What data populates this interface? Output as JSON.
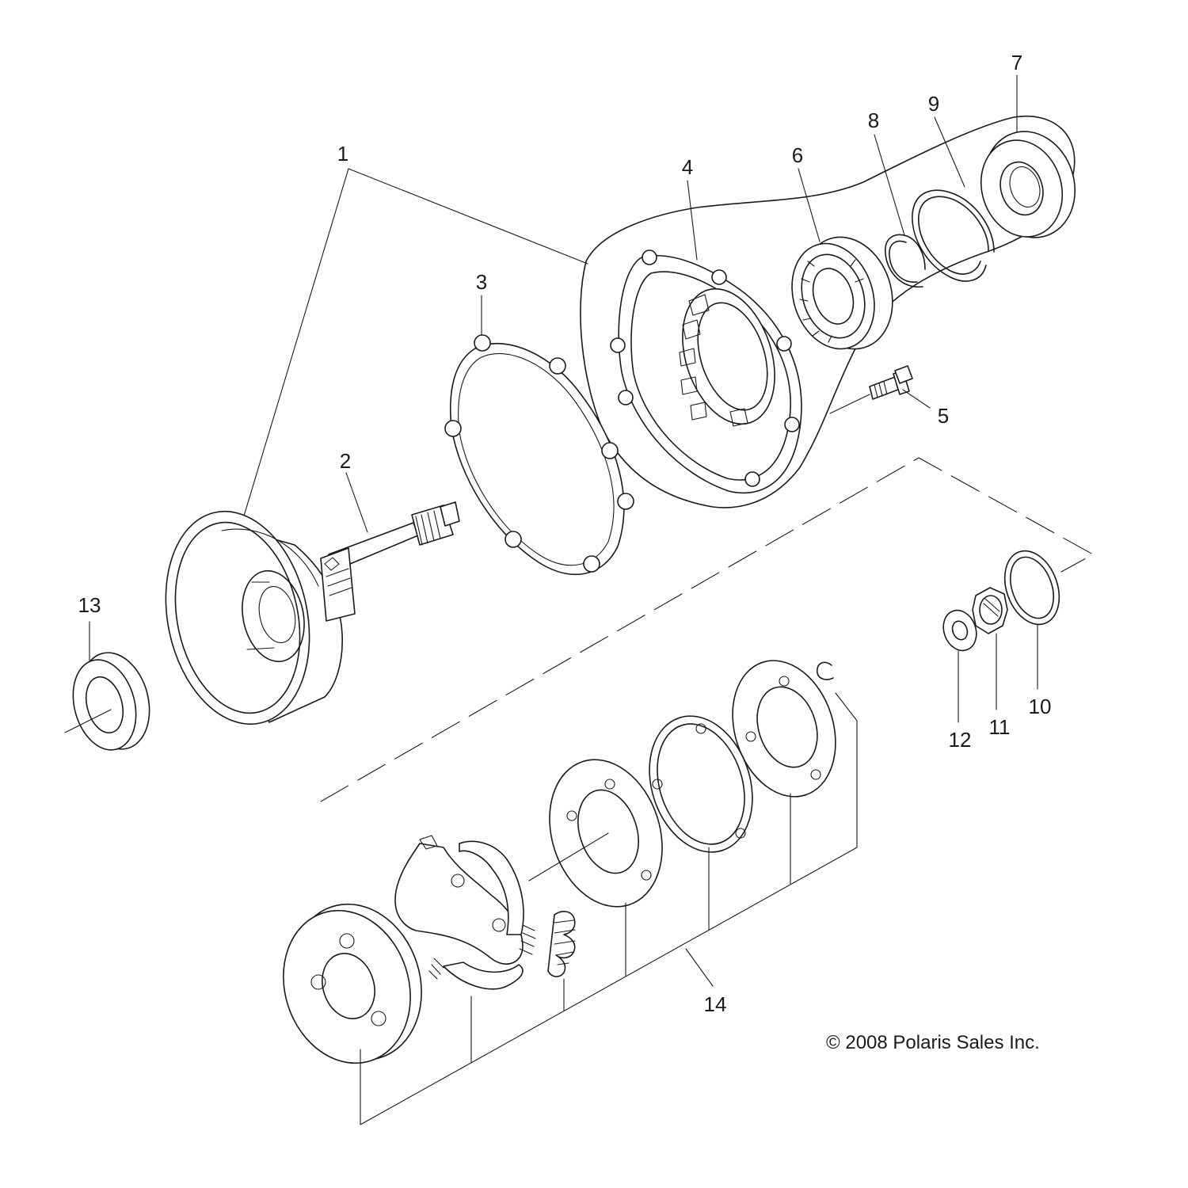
{
  "callouts": [
    "1",
    "2",
    "3",
    "4",
    "5",
    "6",
    "7",
    "8",
    "9",
    "10",
    "11",
    "12",
    "13",
    "14"
  ],
  "copyright": "© 2008 Polaris Sales Inc."
}
